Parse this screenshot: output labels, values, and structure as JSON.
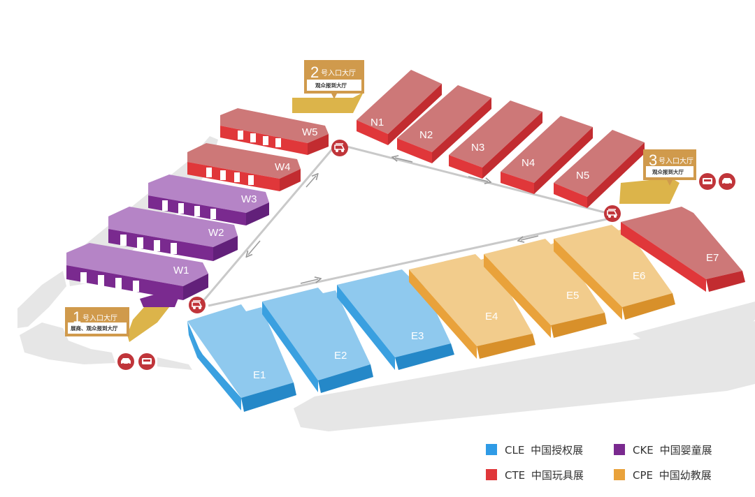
{
  "colors": {
    "road": "#e6e6e6",
    "route": "#c9c9c9",
    "cle": "#3aa0e0",
    "cle_top": "#8fc9ee",
    "cte": "#e0373a",
    "cte_top": "#cd7878",
    "cke": "#7a2a8f",
    "cke_top": "#b584c6",
    "cpe": "#e9a23b",
    "cpe_top": "#f2cc8c",
    "lobby": "#dcb44a",
    "lobby_sign": "#d09a4c",
    "icon": "#c0353a"
  },
  "halls": {
    "N1": "N1",
    "N2": "N2",
    "N3": "N3",
    "N4": "N4",
    "N5": "N5",
    "W1": "W1",
    "W2": "W2",
    "W3": "W3",
    "W4": "W4",
    "W5": "W5",
    "E1": "E1",
    "E2": "E2",
    "E3": "E3",
    "E4": "E4",
    "E5": "E5",
    "E6": "E6",
    "E7": "E7"
  },
  "entrances": {
    "e1": {
      "number": "1",
      "title": "号入口大厅",
      "subtitle": "展商、观众报到大厅"
    },
    "e2": {
      "number": "2",
      "title": "号入口大厅",
      "subtitle": "观众报到大厅"
    },
    "e3": {
      "number": "3",
      "title": "号入口大厅",
      "subtitle": "观众报到大厅"
    }
  },
  "icons": {
    "cart": "golf-cart-icon",
    "car": "car-icon",
    "bus": "bus-icon"
  },
  "legend": [
    {
      "code": "CLE",
      "name": "中国授权展",
      "color": "#2f9be6"
    },
    {
      "code": "CKE",
      "name": "中国婴童展",
      "color": "#7a2a8f"
    },
    {
      "code": "CTE",
      "name": "中国玩具展",
      "color": "#e0373a"
    },
    {
      "code": "CPE",
      "name": "中国幼教展",
      "color": "#e9a23b"
    }
  ]
}
